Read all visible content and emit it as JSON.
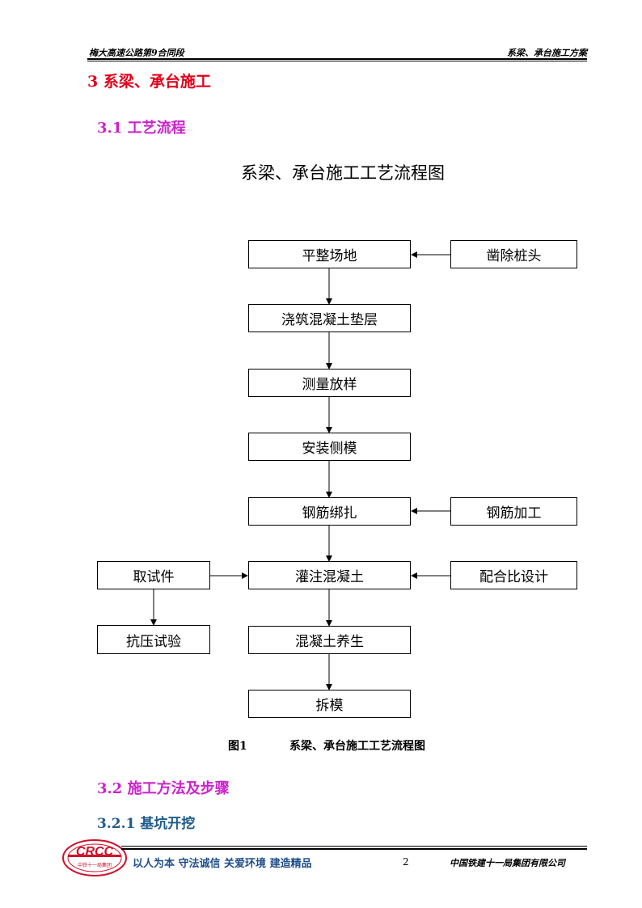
{
  "header": {
    "left": "梅大高速公路第9合同段",
    "right": "系梁、承台施工方案"
  },
  "section": {
    "title": "3 系梁、承台施工",
    "sub1": "3.1 工艺流程",
    "sub2": "3.2 施工方法及步骤",
    "sub3": "3.2.1 基坑开挖"
  },
  "flowchart": {
    "title": "系梁、承台施工工艺流程图",
    "main_steps": [
      "平整场地",
      "浇筑混凝土垫层",
      "测量放样",
      "安装侧模",
      "钢筋绑扎",
      "灌注混凝土",
      "混凝土养生",
      "拆模"
    ],
    "right_inputs": [
      "凿除桩头",
      "钢筋加工",
      "配合比设计"
    ],
    "left_inputs": [
      "取试件",
      "抗压试验"
    ]
  },
  "caption": {
    "label": "图1",
    "text": "系梁、承台施工工艺流程图"
  },
  "footer": {
    "slogan": "以人为本 守法诚信 关爱环境 建造精品",
    "page": "2",
    "company": "中国铁建十一局集团有限公司",
    "logo_text": "CRCC",
    "logo_sub": "中铁十一局集团"
  },
  "colors": {
    "title_red": "#e0001a",
    "heading_magenta": "#cc22cc",
    "heading_blue": "#1f5c8a",
    "logo_red": "#d0102a"
  }
}
